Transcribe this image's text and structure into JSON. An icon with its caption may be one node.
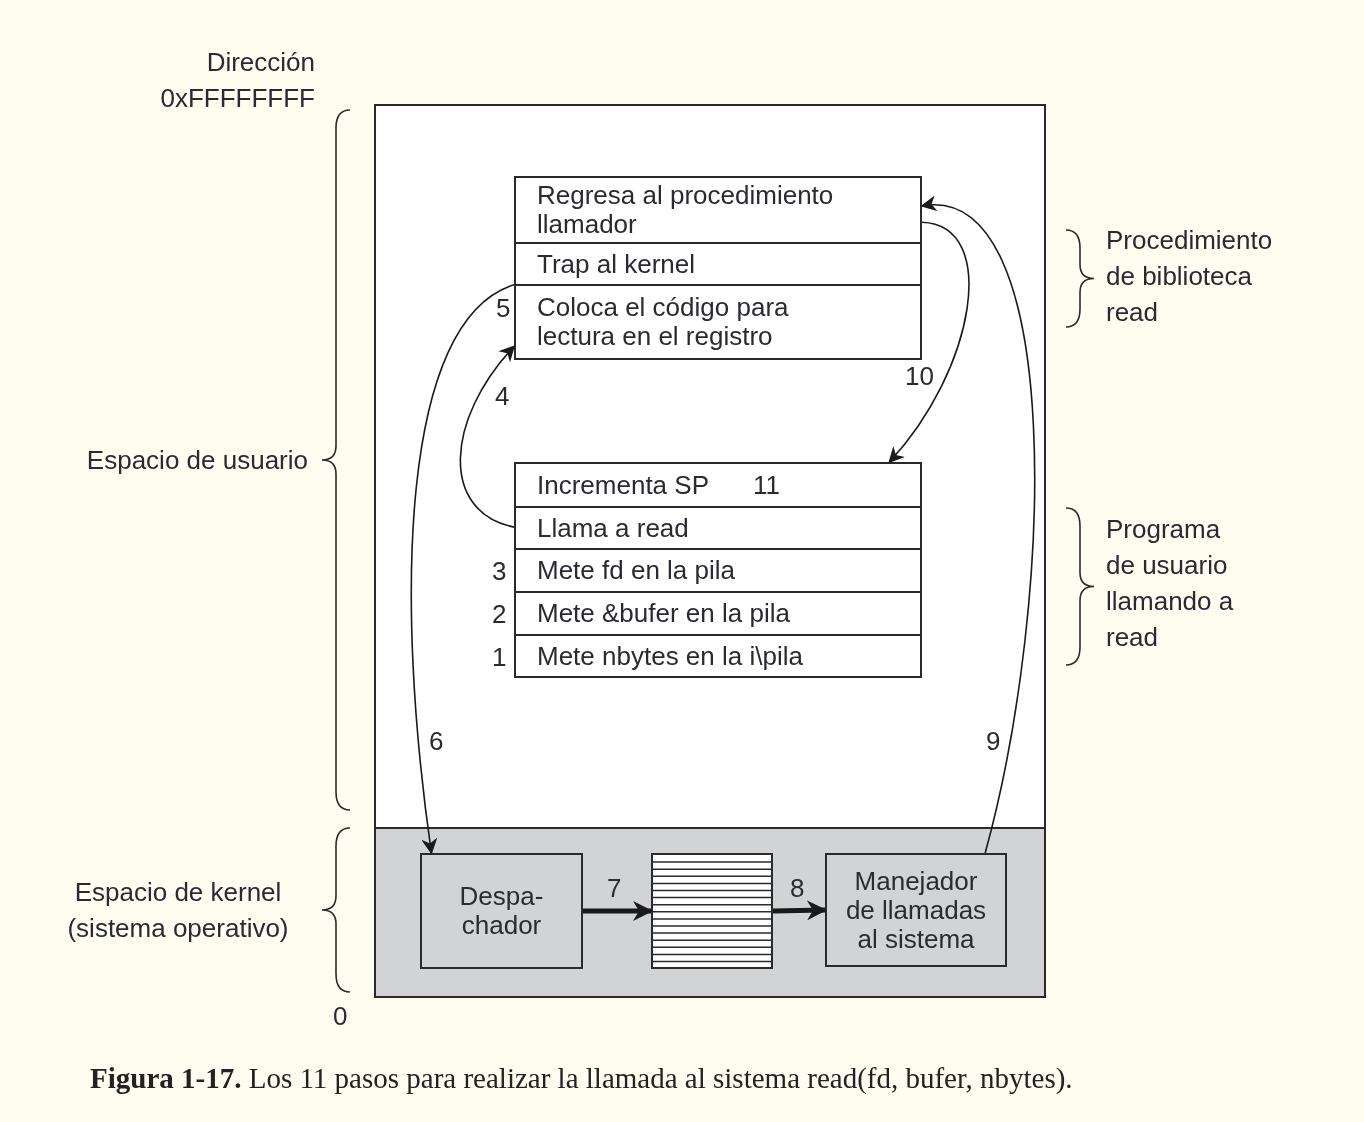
{
  "diagram": {
    "caption": "**Figura 1-17.** Los 11 pasos para realizar la llamada al sistema read(fd, bufer, nbytes).",
    "nodes": [
      {
        "text": [
          "Regresa al procedimiento llamador"
        ]
      },
      {
        "text": [
          "Trap al kernel"
        ]
      },
      {
        "text": [
          "Coloca el código para lectura en el registro"
        ],
        "beside": [
          "5"
        ]
      },
      {
        "text": [
          "Incrementa SP",
          "11"
        ]
      },
      {
        "text": [
          "Llama a read"
        ]
      },
      {
        "text": [
          "Mete fd en la pila"
        ],
        "beside": [
          "3"
        ]
      },
      {
        "text": [
          "Mete &bufer en la pila"
        ],
        "beside": [
          "2"
        ]
      },
      {
        "text": [
          "Mete nbytes en la i\\pila"
        ],
        "beside": [
          "1"
        ]
      },
      {
        "text": [
          "Despa- chador"
        ]
      },
      {
        "text": [],
        "shape": "box"
      },
      {
        "text": [
          "Manejador de llamadas al sistema"
        ]
      }
    ],
    "edges": [
      {
        "from": 4,
        "to": 2,
        "arrow": "to",
        "label": "4"
      },
      {
        "from": 1,
        "to": 8,
        "arrow": "to",
        "label": "6"
      },
      {
        "from": 8,
        "to": 9,
        "arrow": "to",
        "label": "7",
        "style": "thick"
      },
      {
        "from": 9,
        "to": 10,
        "arrow": "to",
        "label": "8",
        "style": "thick"
      },
      {
        "from": 10,
        "to": 0,
        "arrow": "to",
        "label": "9"
      },
      {
        "from": 0,
        "to": 3,
        "arrow": "to",
        "label": "10"
      }
    ],
    "labels": [
      "Dirección 0xFFFFFFFF",
      "Espacio de usuario",
      "Procedimiento de biblioteca read",
      "Programa de usuario llamando a read",
      "Espacio de kernel (sistema operativo)",
      "0"
    ]
  }
}
